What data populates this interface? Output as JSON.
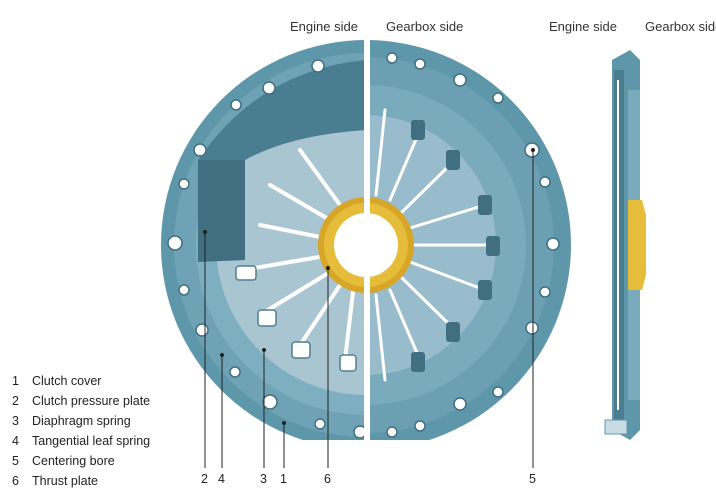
{
  "headers": {
    "front_left": "Engine side",
    "front_right": "Gearbox side",
    "side_left": "Engine side",
    "side_right": "Gearbox side"
  },
  "legend": [
    {
      "num": "1",
      "label": "Clutch cover"
    },
    {
      "num": "2",
      "label": "Clutch pressure plate"
    },
    {
      "num": "3",
      "label": "Diaphragm spring"
    },
    {
      "num": "4",
      "label": "Tangential leaf spring"
    },
    {
      "num": "5",
      "label": "Centering bore"
    },
    {
      "num": "6",
      "label": "Thrust plate"
    }
  ],
  "callouts": [
    "2",
    "4",
    "3",
    "1",
    "6",
    "5"
  ],
  "colors": {
    "cover": "#5f97aa",
    "cover_dark": "#3f6f80",
    "pressure_plate": "#6b98a8",
    "spring": "#a6c3d1",
    "thrust_plate": "#e6bd3a"
  }
}
